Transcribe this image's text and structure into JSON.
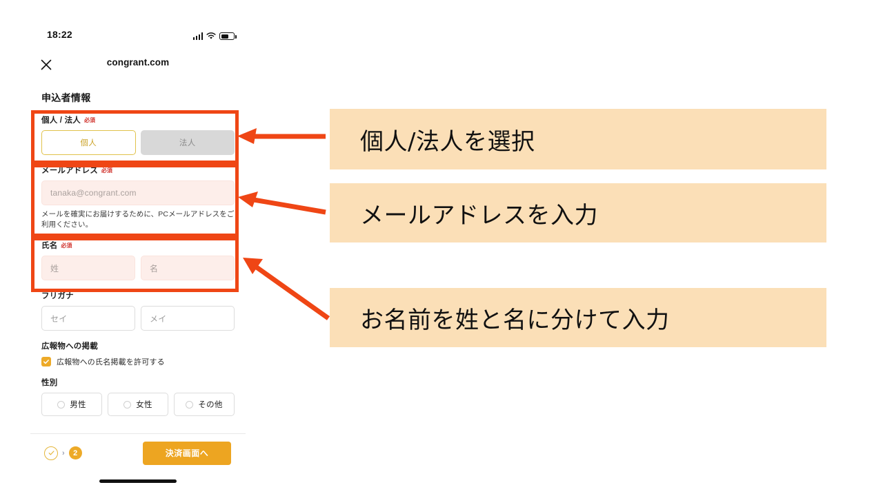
{
  "status_bar": {
    "time": "18:22",
    "icons": [
      "signal-icon",
      "wifi-icon",
      "battery-icon"
    ]
  },
  "browser_bar": {
    "close_icon": "close-icon",
    "domain": "congrant.com"
  },
  "form": {
    "heading": "申込者情報",
    "required_badge": "必須",
    "entity": {
      "label": "個人 / 法人",
      "options": [
        {
          "label": "個人",
          "selected": true
        },
        {
          "label": "法人",
          "selected": false
        }
      ]
    },
    "email": {
      "label": "メールアドレス",
      "placeholder": "tanaka@congrant.com",
      "value": "",
      "helper": "メールを確実にお届けするために、PCメールアドレスをご利用ください。"
    },
    "name": {
      "label": "氏名",
      "last_placeholder": "姓",
      "first_placeholder": "名"
    },
    "furigana": {
      "label": "フリガナ",
      "last_placeholder": "セイ",
      "first_placeholder": "メイ"
    },
    "publication": {
      "label": "広報物への掲載",
      "checkbox_label": "広報物への氏名掲載を許可する",
      "checked": true
    },
    "gender": {
      "label": "性別",
      "options": [
        {
          "label": "男性",
          "selected": false
        },
        {
          "label": "女性",
          "selected": false
        },
        {
          "label": "その他",
          "selected": false
        }
      ]
    }
  },
  "bottom_bar": {
    "step_done_icon": "check-circle-icon",
    "step_chevron": "›",
    "current_step": "2",
    "submit_label": "決済画面へ"
  },
  "annotations": [
    {
      "text": "個人/法人を選択"
    },
    {
      "text": "メールアドレスを入力"
    },
    {
      "text": "お名前を姓と名に分けて入力"
    }
  ],
  "colors": {
    "highlight": "#ef4615",
    "callout_bg": "#fbdfb7",
    "accent": "#edaa28",
    "required_text": "#d0322c"
  }
}
